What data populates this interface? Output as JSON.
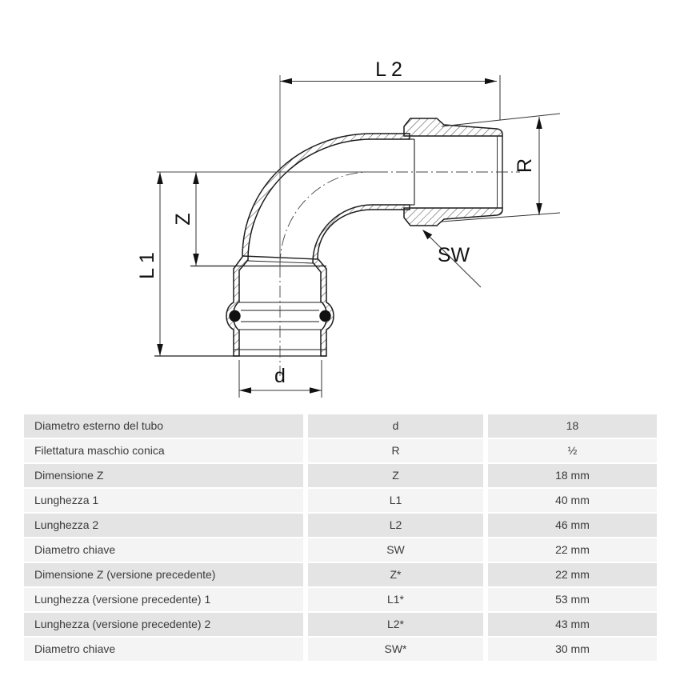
{
  "drawing": {
    "labels": {
      "l2": "L 2",
      "z": "Z",
      "l1": "L 1",
      "d": "d",
      "r": "R",
      "sw": "SW"
    }
  },
  "table": {
    "rows": [
      {
        "label": "Diametro esterno del tubo",
        "symbol": "d",
        "value": "18"
      },
      {
        "label": "Filettatura maschio conica",
        "symbol": "R",
        "value": "½"
      },
      {
        "label": "Dimensione Z",
        "symbol": "Z",
        "value": "18 mm"
      },
      {
        "label": "Lunghezza 1",
        "symbol": "L1",
        "value": "40 mm"
      },
      {
        "label": "Lunghezza 2",
        "symbol": "L2",
        "value": "46 mm"
      },
      {
        "label": "Diametro chiave",
        "symbol": "SW",
        "value": "22 mm"
      },
      {
        "label": "Dimensione Z (versione precedente)",
        "symbol": "Z*",
        "value": "22 mm"
      },
      {
        "label": "Lunghezza (versione precedente) 1",
        "symbol": "L1*",
        "value": "53 mm"
      },
      {
        "label": "Lunghezza (versione precedente) 2",
        "symbol": "L2*",
        "value": "43 mm"
      },
      {
        "label": "Diametro chiave",
        "symbol": "SW*",
        "value": "30 mm"
      }
    ]
  }
}
